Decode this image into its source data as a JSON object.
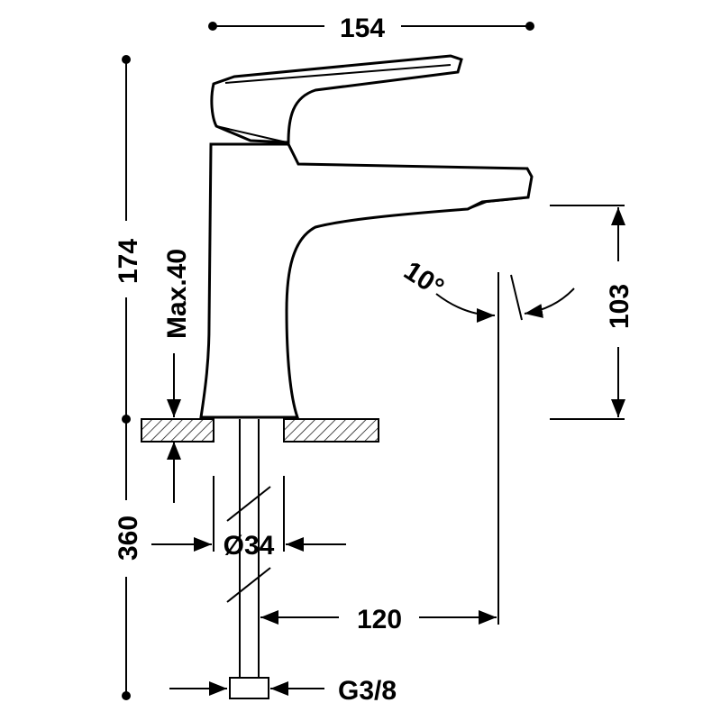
{
  "drawing": {
    "dimensions": {
      "total_width": "154",
      "total_height": "174",
      "max_deck_thickness": "Max.40",
      "hose_length": "360",
      "spout_clearance": "103",
      "spout_angle": "10°",
      "spout_reach": "120",
      "base_diameter": "Ø34",
      "connection_thread": "G3/8"
    },
    "colors": {
      "line": "#000000",
      "background": "#ffffff"
    }
  }
}
